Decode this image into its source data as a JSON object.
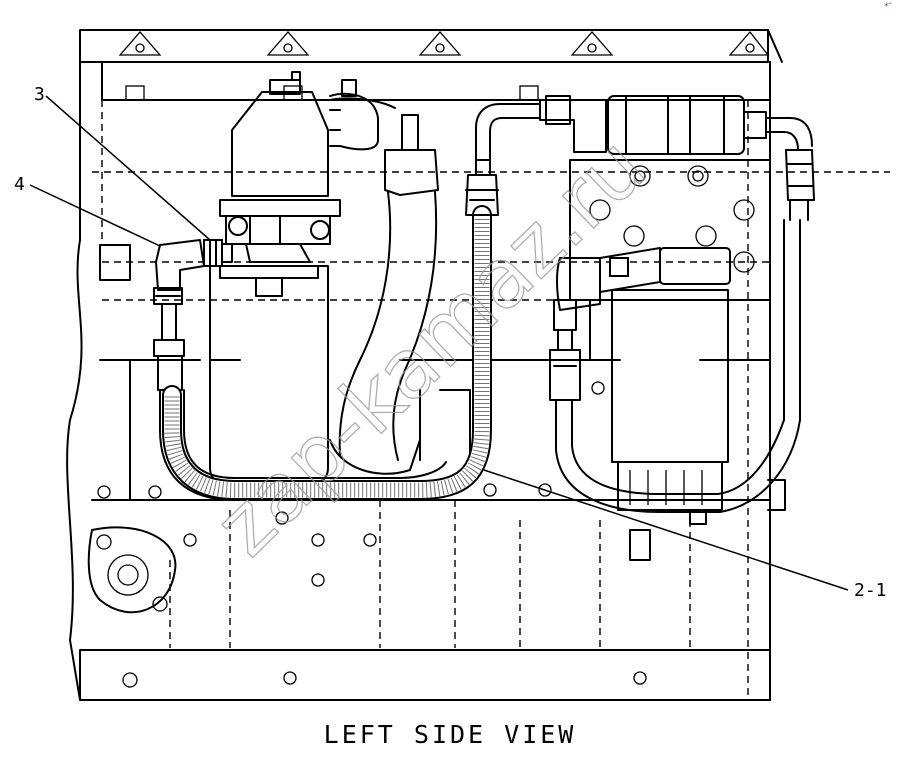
{
  "diagram": {
    "caption": "LEFT SIDE VIEW",
    "callouts": {
      "c3": "3",
      "c4": "4",
      "c2_1": "2-1"
    },
    "watermark": "zap-kamaz.ru",
    "corner_mark": "*″"
  }
}
